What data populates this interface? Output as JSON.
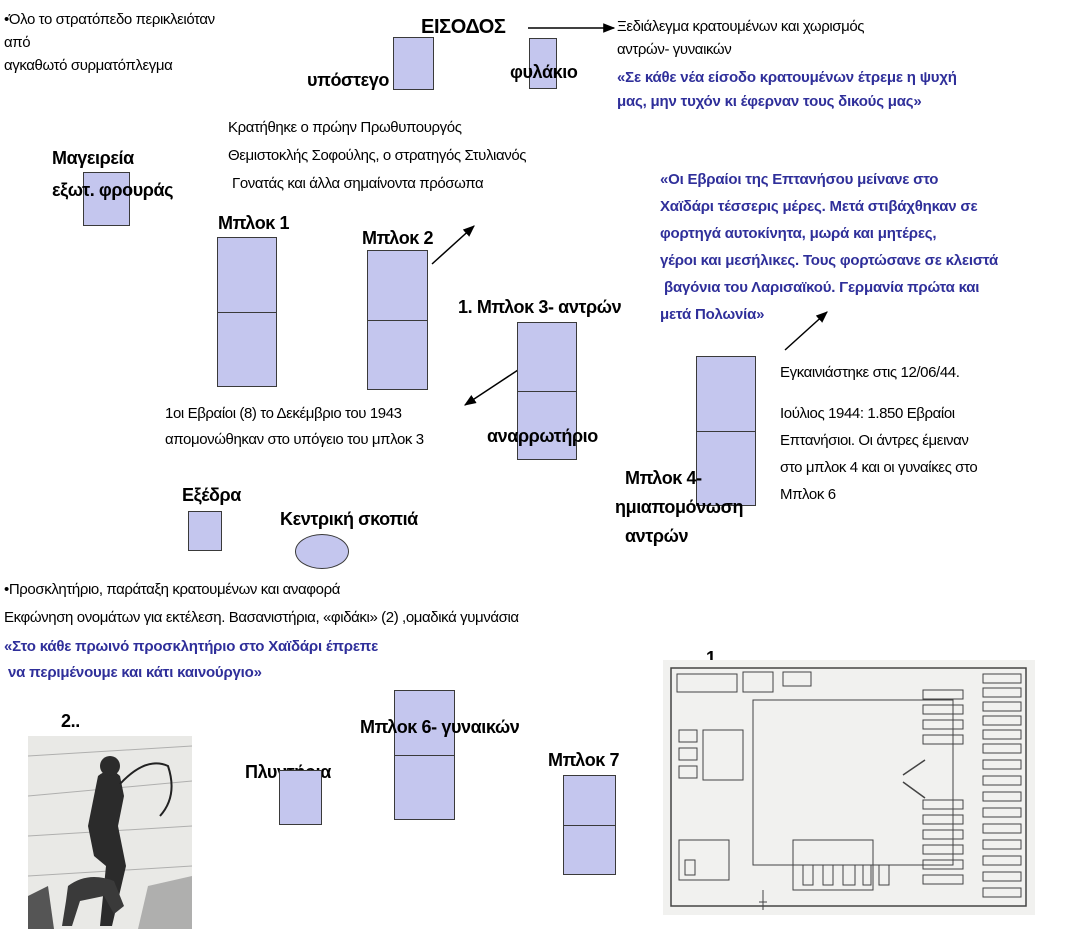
{
  "fence_note": [
    "•Όλο το στρατόπεδο περικλειόταν",
    "από",
    "αγκαθωτό συρματόπλεγμα"
  ],
  "entrance": "ΕΙΣΟΔΟΣ",
  "entrance_note": [
    "Ξεδιάλεγμα κρατουμένων και χωρισμός",
    "αντρών- γυναικών"
  ],
  "entrance_quote": [
    "«Σε κάθε νέα είσοδο κρατουμένων έτρεμε η ψυχή",
    "μας, μην τυχόν κι έφερναν τους δικούς μας»"
  ],
  "shed": "υπόστεγο",
  "guardhouse": "φυλάκιο",
  "kitchens": [
    "Μαγειρεία",
    "εξωτ. φρουράς"
  ],
  "block1": "Μπλοκ 1",
  "block2": "Μπλοκ 2",
  "block2_note": [
    "Κρατήθηκε ο πρώην Πρωθυπουργός",
    "Θεμιστοκλής Σοφούλης, ο στρατηγός Στυλιανός",
    "Γονατάς και άλλα σημαίνοντα πρόσωπα"
  ],
  "ionian_quote": [
    "«Οι Εβραίοι της Επτανήσου μείνανε στο",
    "Χαϊδάρι τέσσερις μέρες. Μετά στιβάχθηκαν σε",
    "φορτηγά αυτοκίνητα, μωρά και μητέρες,",
    "γέροι και μεσήλικες. Τους φορτώσανε σε κλειστά",
    "βαγόνια του Λαρισαϊκού. Γερμανία πρώτα και",
    "μετά Πολωνία»"
  ],
  "block3": "1. Μπλοκ 3- αντρών",
  "infirmary": "αναρρωτήριο",
  "jews_note": [
    "1οι Εβραίοι (8) το Δεκέμβριο του 1943",
    "απομονώθηκαν στο υπόγειο του μπλοκ 3"
  ],
  "inaugurated": "Εγκαινιάστηκε στις 12/06/44.",
  "july_note": [
    "Ιούλιος 1944: 1.850 Εβραίοι",
    "Επτανήσιοι. Οι άντρες έμειναν",
    "στο μπλοκ 4 και οι γυναίκες στο",
    "Μπλοκ 6"
  ],
  "block4": [
    "Μπλοκ 4-",
    "ημιαπομόνωση",
    "αντρών"
  ],
  "exedra": "Εξέδρα",
  "watchtower": "Κεντρική σκοπιά",
  "rollcall_note": [
    "•Προσκλητήριο, παράταξη κρατουμένων και αναφορά",
    "Εκφώνηση ονομάτων για εκτέλεση. Βασανιστήρια, «φιδάκι» (2) ,ομαδικά γυμνάσια"
  ],
  "rollcall_quote": [
    "«Στο κάθε πρωινό προσκλητήριο στο Χαϊδάρι έπρεπε",
    "να περιμένουμε και κάτι καινούργιο»"
  ],
  "label_photo2": "2..",
  "block6": "Μπλοκ 6- γυναικών",
  "laundry": "Πλυντήρια",
  "block7": "Μπλοκ 7",
  "label_plan1": "1."
}
